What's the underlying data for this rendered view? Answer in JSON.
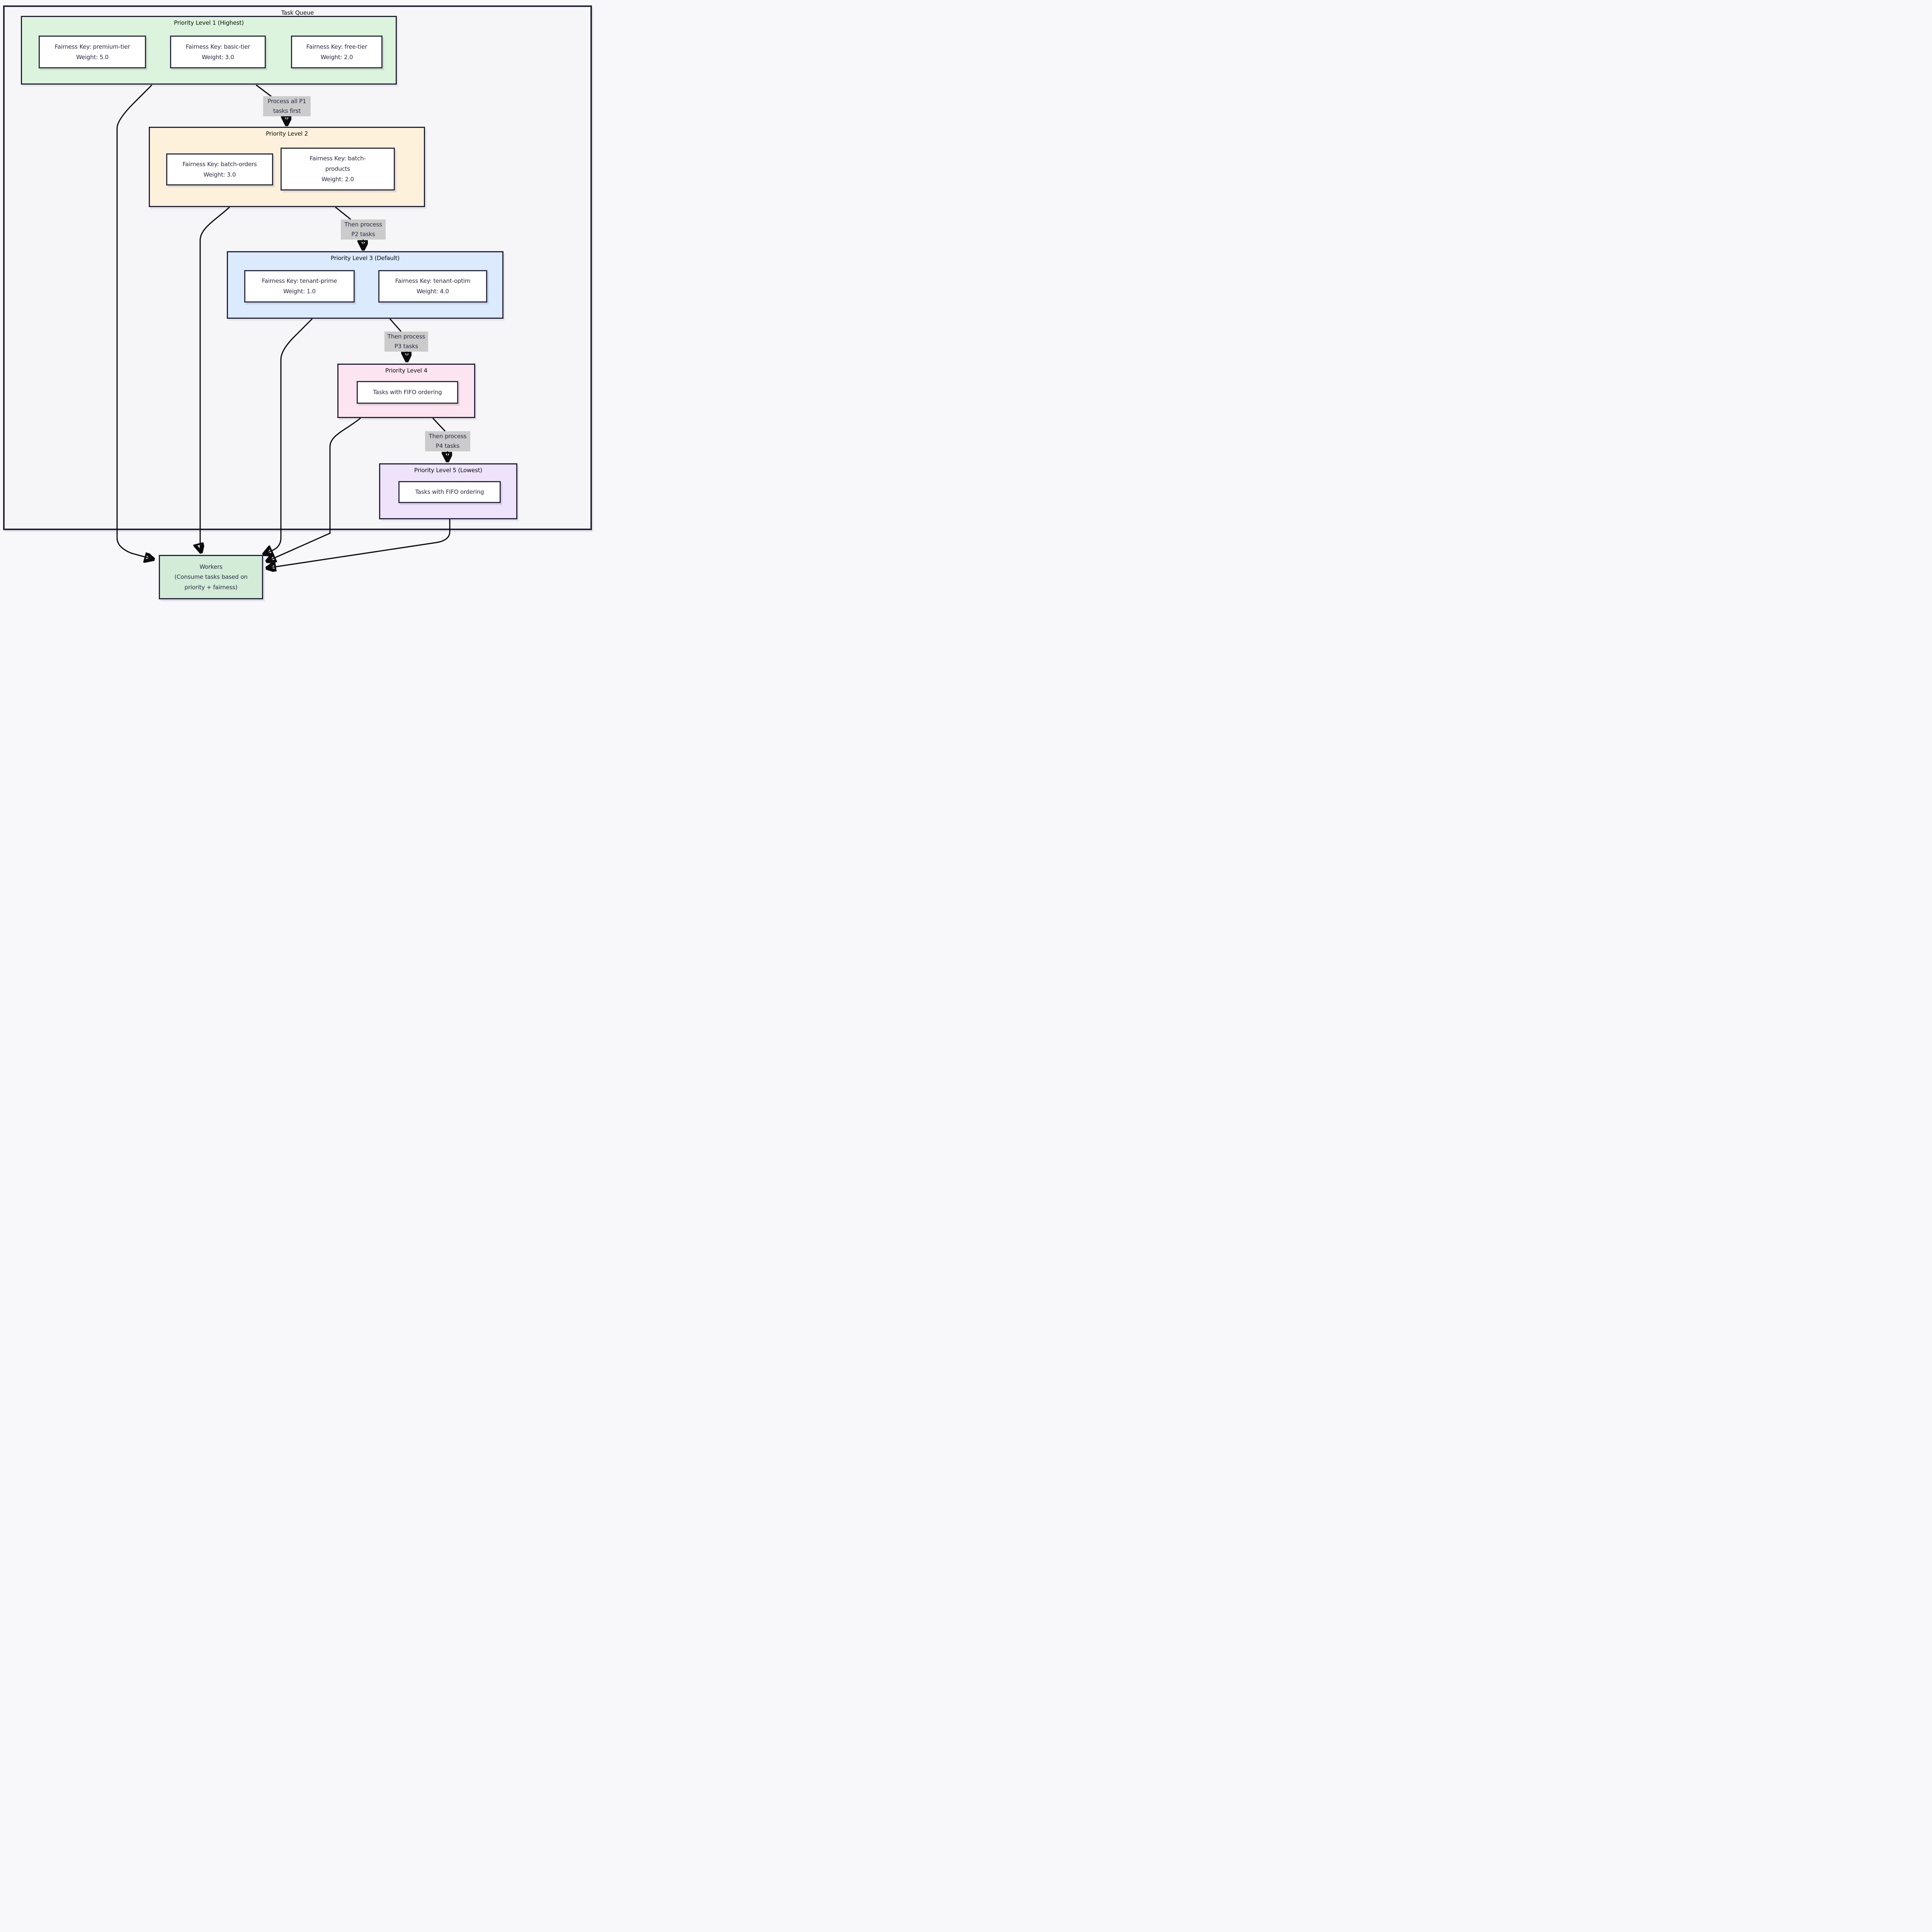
{
  "title": "Task Queue",
  "clusters": [
    {
      "title": "Priority Level 1 (Highest)",
      "nodes": [
        {
          "lines": [
            "Fairness Key: premium-tier",
            "Weight: 5.0"
          ]
        },
        {
          "lines": [
            "Fairness Key: basic-tier",
            "Weight: 3.0"
          ]
        },
        {
          "lines": [
            "Fairness Key: free-tier",
            "Weight: 2.0"
          ]
        }
      ]
    },
    {
      "title": "Priority Level 2",
      "nodes": [
        {
          "lines": [
            "Fairness Key: batch-orders",
            "Weight: 3.0"
          ]
        },
        {
          "lines": [
            "Fairness Key: batch-",
            "products",
            "Weight: 2.0"
          ]
        }
      ]
    },
    {
      "title": "Priority Level 3 (Default)",
      "nodes": [
        {
          "lines": [
            "Fairness Key: tenant-prime",
            "Weight: 1.0"
          ]
        },
        {
          "lines": [
            "Fairness Key: tenant-optim",
            "Weight: 4.0"
          ]
        }
      ]
    },
    {
      "title": "Priority Level 4",
      "nodes": [
        {
          "lines": [
            "Tasks with FIFO ordering"
          ]
        }
      ]
    },
    {
      "title": "Priority Level 5 (Lowest)",
      "nodes": [
        {
          "lines": [
            "Tasks with FIFO ordering"
          ]
        }
      ]
    }
  ],
  "workers": {
    "lines": [
      "Workers",
      "(Consume tasks based on",
      "priority + fairness)"
    ]
  },
  "edge_labels": [
    {
      "lines": [
        "Process all P1",
        "tasks first"
      ]
    },
    {
      "lines": [
        "Then process",
        "P2 tasks"
      ]
    },
    {
      "lines": [
        "Then process",
        "P3 tasks"
      ]
    },
    {
      "lines": [
        "Then process",
        "P4 tasks"
      ]
    }
  ],
  "edges": [
    {
      "from": "Priority Level 1",
      "to": "Workers",
      "label": ""
    },
    {
      "from": "Priority Level 1",
      "to": "Priority Level 2",
      "label": "Process all P1 tasks first"
    },
    {
      "from": "Priority Level 2",
      "to": "Workers",
      "label": ""
    },
    {
      "from": "Priority Level 2",
      "to": "Priority Level 3",
      "label": "Then process P2 tasks"
    },
    {
      "from": "Priority Level 3",
      "to": "Workers",
      "label": ""
    },
    {
      "from": "Priority Level 3",
      "to": "Priority Level 4",
      "label": "Then process P3 tasks"
    },
    {
      "from": "Priority Level 4",
      "to": "Workers",
      "label": ""
    },
    {
      "from": "Priority Level 4",
      "to": "Priority Level 5",
      "label": "Then process P4 tasks"
    },
    {
      "from": "Priority Level 5",
      "to": "Workers",
      "label": ""
    }
  ],
  "colors": {
    "canvas_bg": "#f8f8fb",
    "outer_bg": "#f6f6f9",
    "border": "#23233a",
    "p1_bg": "#dcf4dd",
    "p2_bg": "#fdf1dc",
    "p3_bg": "#dbeafd",
    "p4_bg": "#fce4f1",
    "p5_bg": "#eee3fb",
    "workers_bg": "#d2ecd8",
    "label_bg": "#cbcbcb",
    "edge": "#0b0b0d",
    "node_text": "#2b2b44",
    "title_text": "#0d0d0d"
  }
}
